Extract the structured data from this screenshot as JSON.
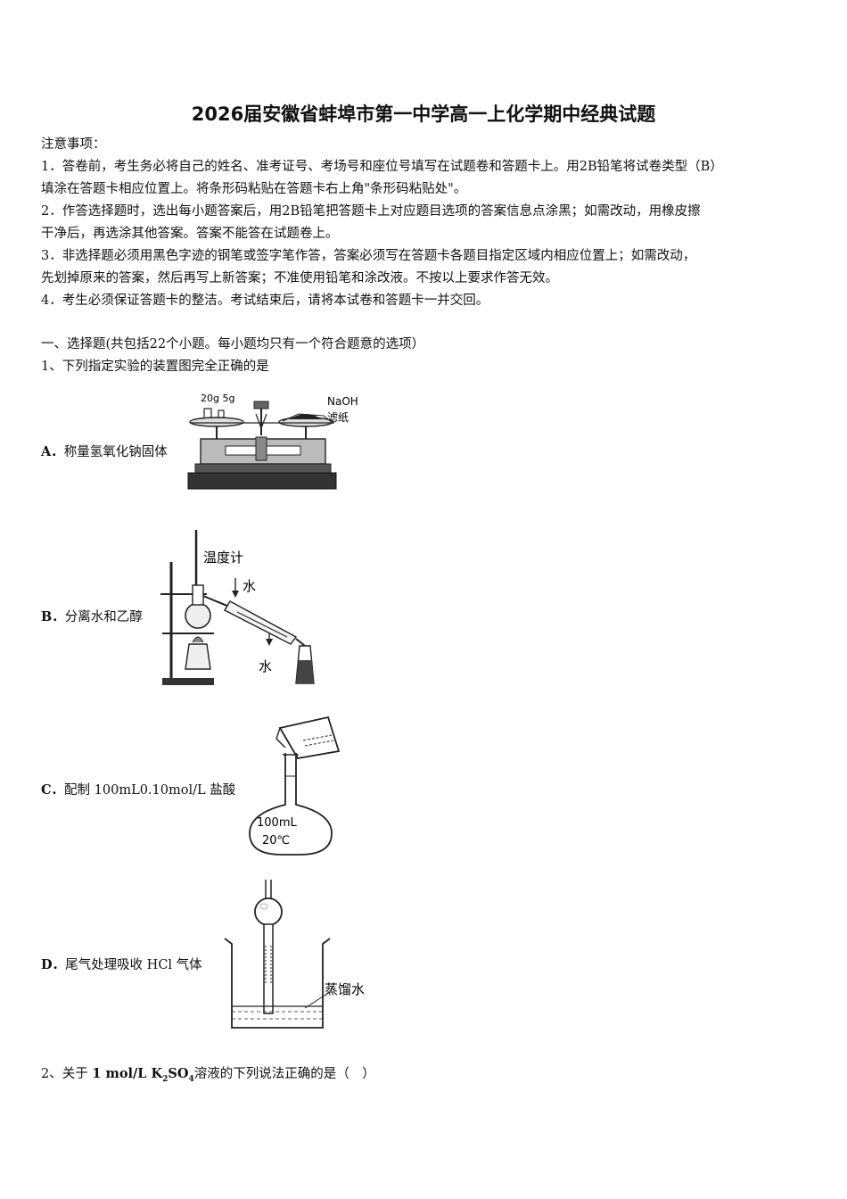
{
  "title": "2026届安徽省蚌埠市第一中学高一上化学期中经典试题",
  "notice": {
    "heading": "注意事项：",
    "lines": [
      "1．答卷前，考生务必将自己的姓名、准考证号、考场号和座位号填写在试题卷和答题卡上。用2B铅笔将试卷类型（B）",
      "填涂在答题卡相应位置上。将条形码粘贴在答题卡右上角\"条形码粘贴处\"。",
      "2．作答选择题时，选出每小题答案后，用2B铅笔把答题卡上对应题目选项的答案信息点涂黑；如需改动，用橡皮擦",
      "干净后，再选涂其他答案。答案不能答在试题卷上。",
      "3．非选择题必须用黑色字迹的钢笔或签字笔作答，答案必须写在答题卡各题目指定区域内相应位置上；如需改动，",
      "先划掉原来的答案，然后再写上新答案；不准使用铅笔和涂改液。不按以上要求作答无效。",
      "4．考生必须保证答题卡的整洁。考试结束后，请将本试卷和答题卡一并交回。"
    ]
  },
  "section": "一、选择题(共包括22个小题。每小题均只有一个符合题意的选项）",
  "q1": {
    "stem": "1、下列指定实验的装置图完全正确的是",
    "options": [
      {
        "letter": "A．",
        "text": "称量氢氧化钠固体"
      },
      {
        "letter": "B．",
        "text": "分离水和乙醇"
      },
      {
        "letter": "C．",
        "text": "配制 100mL0.10mol/L 盐酸"
      },
      {
        "letter": "D．",
        "text": "尾气处理吸收 HCl 气体"
      }
    ],
    "fig_a": {
      "weights": "20g 5g",
      "naoh": "NaOH",
      "paper": "滤纸"
    },
    "fig_b": {
      "thermometer": "温度计",
      "water_in": "水",
      "water_out": "水"
    },
    "fig_c": {
      "volume": "100mL",
      "temp": "20℃"
    },
    "fig_d": {
      "water": "蒸馏水"
    }
  },
  "q2": {
    "prefix": "2、关于 ",
    "formula_pre": "1 mol/L K",
    "sub1": "2",
    "formula_mid": "SO",
    "sub2": "4",
    "suffix": "溶液的下列说法正确的是（　）"
  }
}
